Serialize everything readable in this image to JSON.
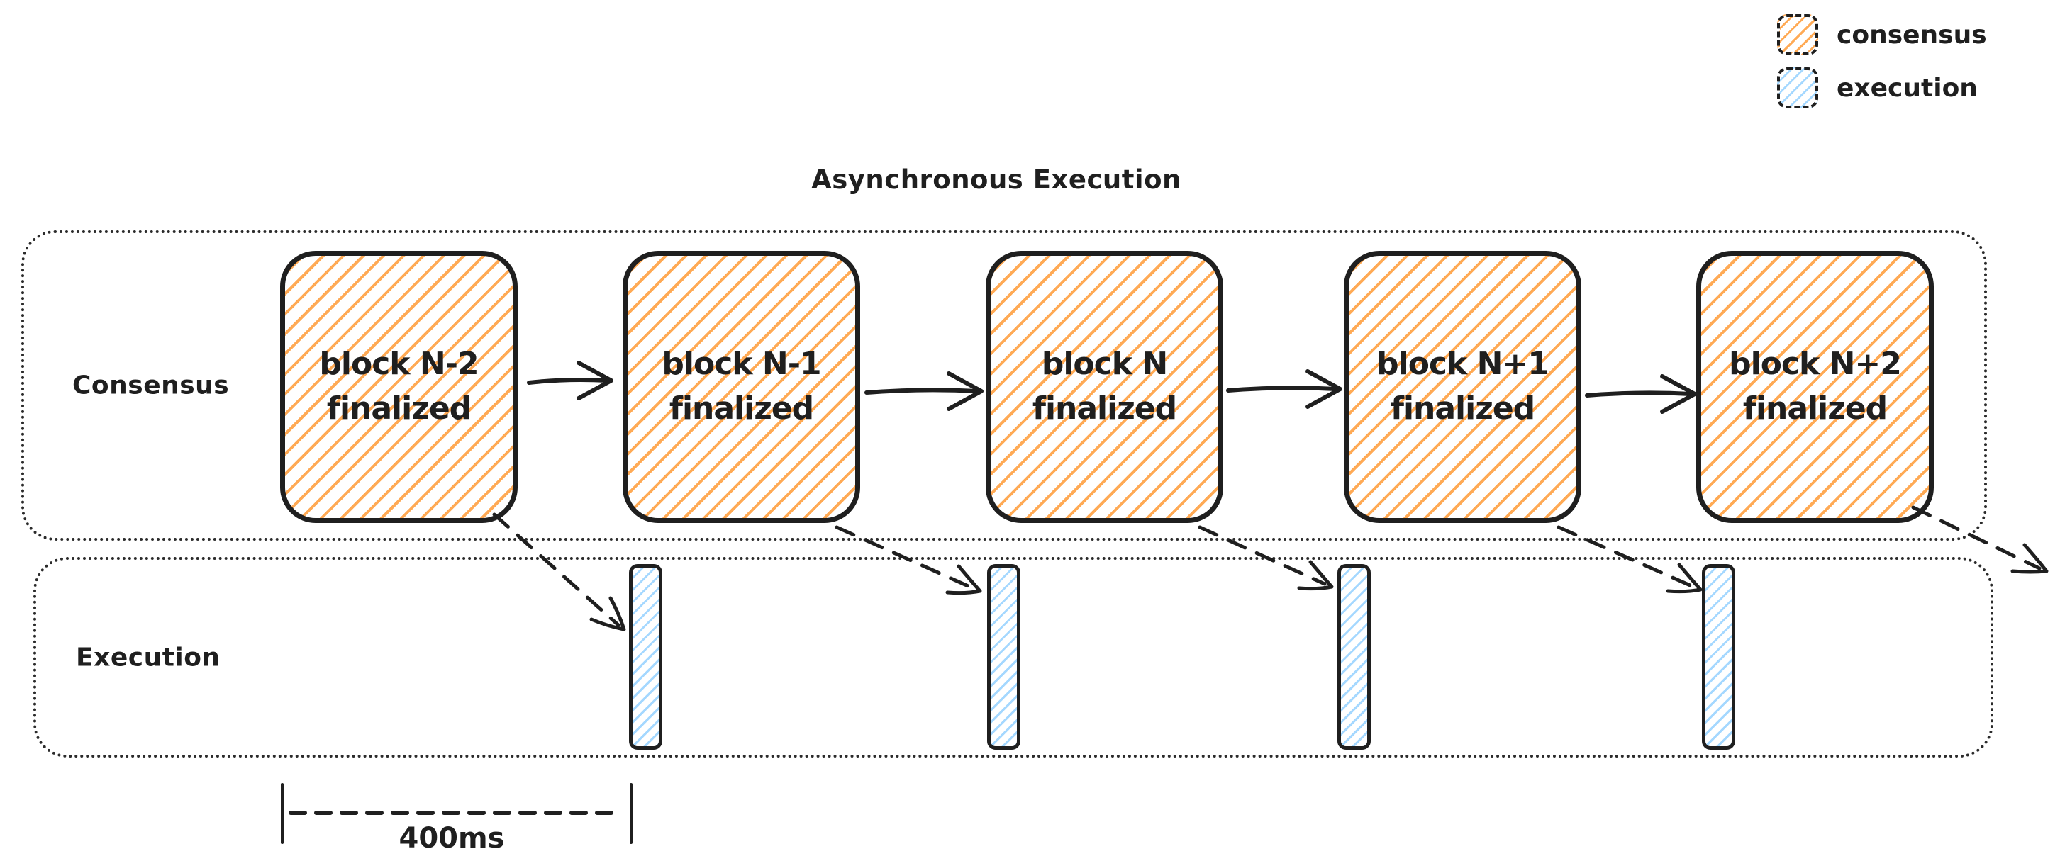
{
  "title": "Asynchronous Execution",
  "legend": {
    "items": [
      {
        "label": "consensus",
        "color": "#ffaa55"
      },
      {
        "label": "execution",
        "color": "#a5d8ff"
      }
    ]
  },
  "lanes": {
    "consensus": {
      "label": "Consensus"
    },
    "execution": {
      "label": "Execution"
    }
  },
  "consensus_blocks": [
    {
      "line1": "block N-2",
      "line2": "finalized"
    },
    {
      "line1": "block N-1",
      "line2": "finalized"
    },
    {
      "line1": "block N",
      "line2": "finalized"
    },
    {
      "line1": "block N+1",
      "line2": "finalized"
    },
    {
      "line1": "block N+2",
      "line2": "finalized"
    }
  ],
  "execution_bars": {
    "count": 4
  },
  "measurement": {
    "label": "400ms"
  },
  "colors": {
    "ink": "#1f1f1f",
    "consensus_hatch": "#ffaa55",
    "execution_hatch": "#a5d8ff"
  }
}
